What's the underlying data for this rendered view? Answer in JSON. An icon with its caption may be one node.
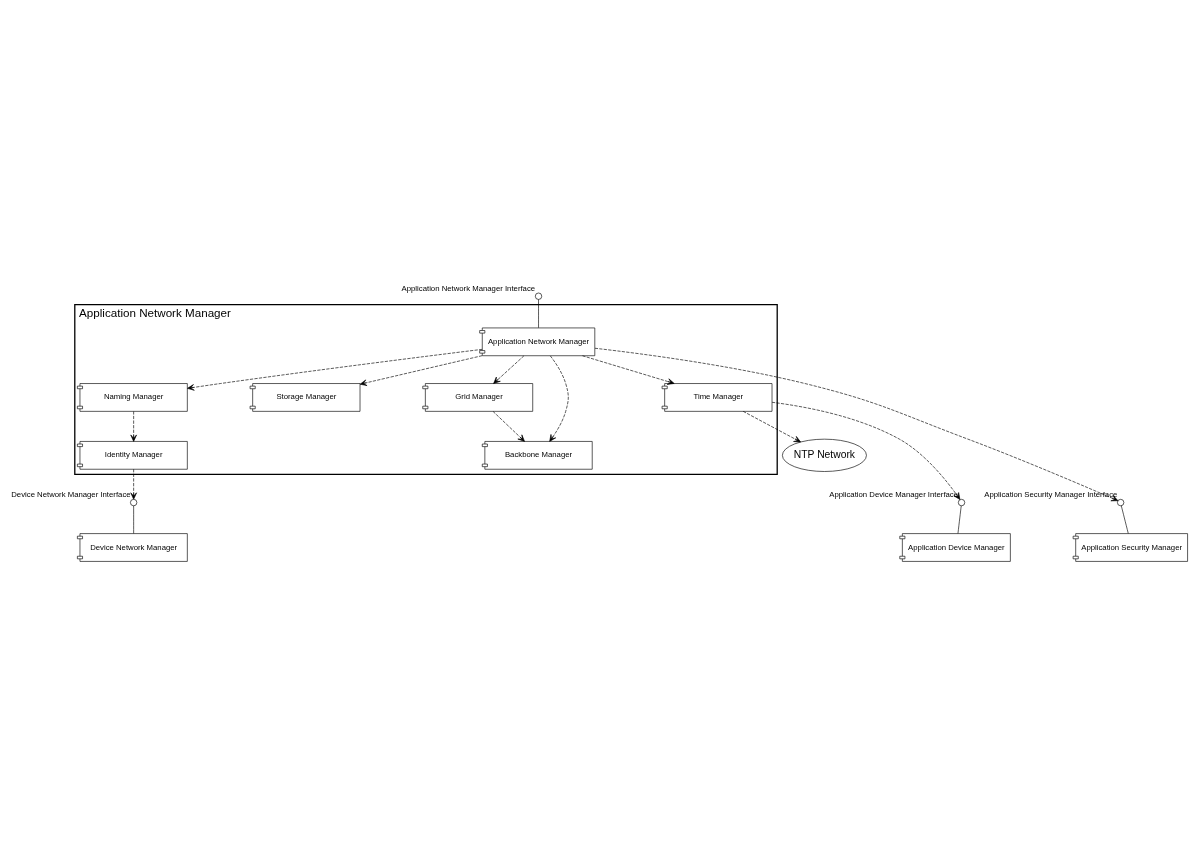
{
  "diagram": {
    "nodes": [
      {
        "text": [
          "Application Network Manager"
        ]
      },
      {
        "text": [],
        "shape": "circle",
        "beside": [
          "Application Network Manager Interface"
        ]
      },
      {
        "text": [
          "Application Network Manager"
        ],
        "in": 0
      },
      {
        "text": [
          "Naming Manager"
        ],
        "in": 0
      },
      {
        "text": [
          "Storage Manager"
        ],
        "in": 0
      },
      {
        "text": [
          "Grid Manager"
        ],
        "in": 0
      },
      {
        "text": [
          "Identity Manager"
        ],
        "in": 0
      },
      {
        "text": [
          "Time Manager"
        ],
        "in": 0
      },
      {
        "text": [
          "Backbone Manager"
        ],
        "in": 0
      },
      {
        "text": [
          "NTP Network"
        ]
      },
      {
        "text": [],
        "shape": "circle",
        "beside": [
          "Device Network Manager Interface"
        ]
      },
      {
        "text": [],
        "shape": "circle",
        "beside": [
          "Application Device Manager Interface"
        ]
      },
      {
        "text": [],
        "shape": "circle",
        "beside": [
          "Application Security Manager Interface"
        ]
      },
      {
        "text": [
          "Device Network Manager"
        ]
      },
      {
        "text": [
          "Application Device Manager"
        ]
      },
      {
        "text": [
          "Application Security Manager"
        ]
      }
    ],
    "edges": [
      {
        "from": 1,
        "to": 2,
        "arrow": "none"
      },
      {
        "from": 2,
        "to": 3,
        "arrow": "to",
        "style": "dashed"
      },
      {
        "from": 2,
        "to": 4,
        "arrow": "to",
        "style": "dashed"
      },
      {
        "from": 2,
        "to": 7,
        "arrow": "to",
        "style": "dashed"
      },
      {
        "from": 2,
        "to": 8,
        "arrow": "to",
        "style": "dashed"
      },
      {
        "from": 2,
        "to": 5,
        "arrow": "to",
        "style": "dashed"
      },
      {
        "from": 2,
        "to": 12,
        "arrow": "to",
        "style": "dashed"
      },
      {
        "from": 3,
        "to": 6,
        "arrow": "to",
        "style": "dashed"
      },
      {
        "from": 5,
        "to": 8,
        "arrow": "to",
        "style": "dashed"
      },
      {
        "from": 6,
        "to": 10,
        "arrow": "to",
        "style": "dashed"
      },
      {
        "from": 7,
        "to": 9,
        "arrow": "to",
        "style": "dashed"
      },
      {
        "from": 7,
        "to": 11,
        "arrow": "to",
        "style": "dashed"
      },
      {
        "from": 10,
        "to": 13,
        "arrow": "none"
      },
      {
        "from": 11,
        "to": 14,
        "arrow": "none"
      },
      {
        "from": 12,
        "to": 15,
        "arrow": "none"
      }
    ]
  }
}
